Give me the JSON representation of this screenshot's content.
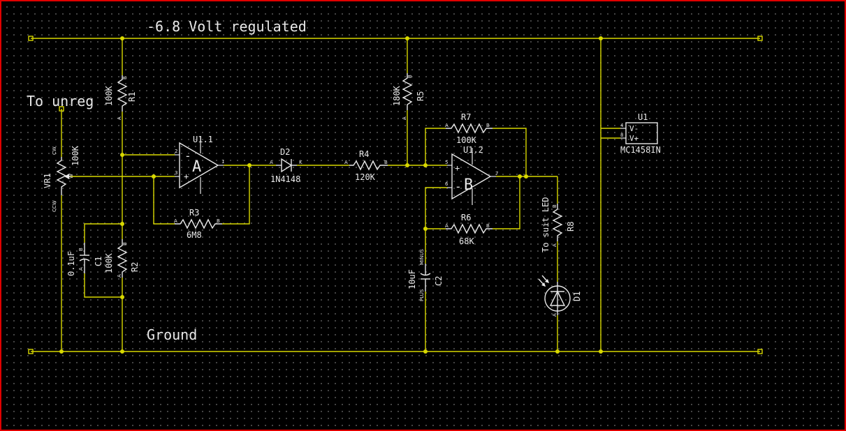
{
  "labels": {
    "neg_rail": "-6.8 Volt regulated",
    "ground": "Ground",
    "unreg": "To unreg",
    "suit_led": "To suit LED"
  },
  "components": {
    "r1": {
      "ref": "R1",
      "value": "100K"
    },
    "r2": {
      "ref": "R2",
      "value": "100K"
    },
    "r3": {
      "ref": "R3",
      "value": "6M8"
    },
    "r4": {
      "ref": "R4",
      "value": "120K"
    },
    "r5": {
      "ref": "R5",
      "value": "180K"
    },
    "r6": {
      "ref": "R6",
      "value": "68K"
    },
    "r7": {
      "ref": "R7",
      "value": "100K"
    },
    "r8": {
      "ref": "R8"
    },
    "vr1": {
      "ref": "VR1",
      "value": "100K",
      "cw": "CW",
      "ccw": "CCW",
      "wiper": "W"
    },
    "c1": {
      "ref": "C1",
      "value": "0.1uF"
    },
    "c2": {
      "ref": "C2",
      "value": "10uF",
      "plus": "PLUS",
      "minus": "MINUS"
    },
    "d1": {
      "ref": "D1"
    },
    "d2": {
      "ref": "D2",
      "value": "1N4148"
    },
    "u1_1": {
      "ref": "U1.1",
      "section": "A",
      "pin_inv": "2",
      "pin_noninv": "3",
      "pin_out": "1"
    },
    "u1_2": {
      "ref": "U1.2",
      "section": "B",
      "pin_noninv": "5",
      "pin_inv": "6",
      "pin_out": "7"
    },
    "u1": {
      "ref": "U1",
      "part": "MC1458IN",
      "vminus": "V-",
      "vplus": "V+",
      "pin_vminus": "4",
      "pin_vplus": "8"
    }
  },
  "pin_letters": {
    "a": "A",
    "b": "B",
    "k": "K"
  },
  "opamp_signs": {
    "minus": "-",
    "plus": "+"
  },
  "colors": {
    "wire": "#d8d800",
    "symbol": "#e8e8e8",
    "background": "#000000",
    "border": "#e00000",
    "grid": "#5a5a5a"
  }
}
